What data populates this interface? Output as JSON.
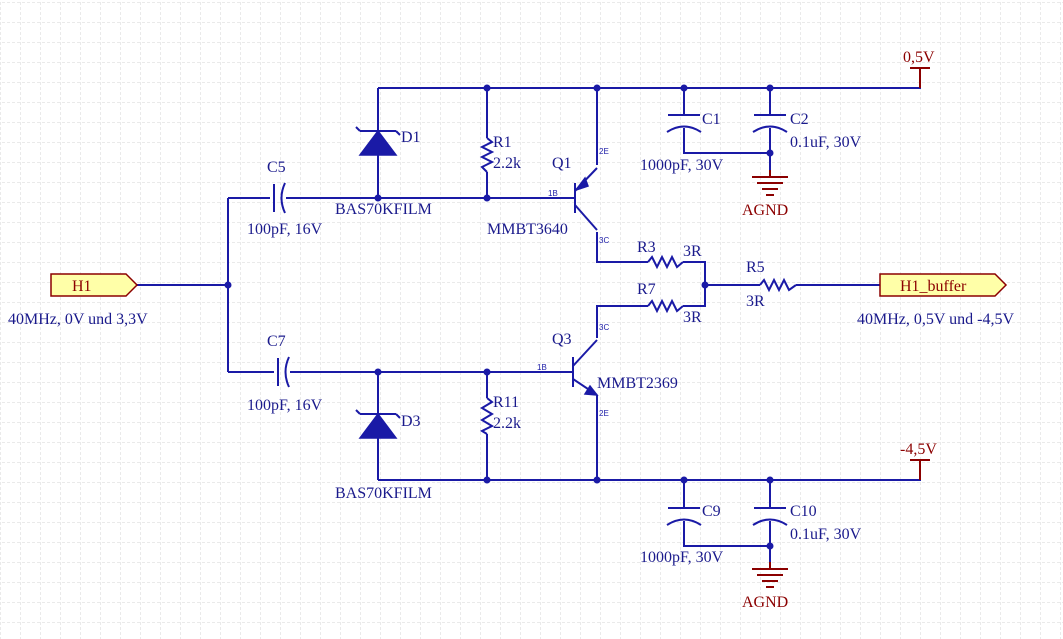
{
  "colors": {
    "wire": "#1a1aa6",
    "power": "#8b0000",
    "port_fill": "#ffffa8",
    "grid": "#d6d6d6"
  },
  "ports": {
    "input": {
      "name": "H1",
      "note": "40MHz, 0V und 3,3V"
    },
    "output": {
      "name": "H1_buffer",
      "note": "40MHz, 0,5V und -4,5V"
    }
  },
  "power": {
    "positive": "0,5V",
    "negative": "-4,5V",
    "ground_top": "AGND",
    "ground_bottom": "AGND"
  },
  "components": {
    "c5": {
      "ref": "C5",
      "value": "100pF, 16V"
    },
    "c7": {
      "ref": "C7",
      "value": "100pF, 16V"
    },
    "d1": {
      "ref": "D1",
      "value": "BAS70KFILM"
    },
    "d3": {
      "ref": "D3",
      "value": "BAS70KFILM"
    },
    "r1": {
      "ref": "R1",
      "value": "2.2k"
    },
    "r11": {
      "ref": "R11",
      "value": "2.2k"
    },
    "q1": {
      "ref": "Q1",
      "value": "MMBT3640",
      "pin_b": "1B",
      "pin_e": "2E",
      "pin_c": "3C"
    },
    "q3": {
      "ref": "Q3",
      "value": "MMBT2369",
      "pin_b": "1B",
      "pin_e": "2E",
      "pin_c": "3C"
    },
    "r3": {
      "ref": "R3",
      "value": "3R"
    },
    "r7": {
      "ref": "R7",
      "value": "3R"
    },
    "r5": {
      "ref": "R5",
      "value": "3R"
    },
    "c1": {
      "ref": "C1",
      "value": "1000pF, 30V"
    },
    "c2": {
      "ref": "C2",
      "value": "0.1uF, 30V"
    },
    "c9": {
      "ref": "C9",
      "value": "1000pF, 30V"
    },
    "c10": {
      "ref": "C10",
      "value": "0.1uF, 30V"
    }
  }
}
